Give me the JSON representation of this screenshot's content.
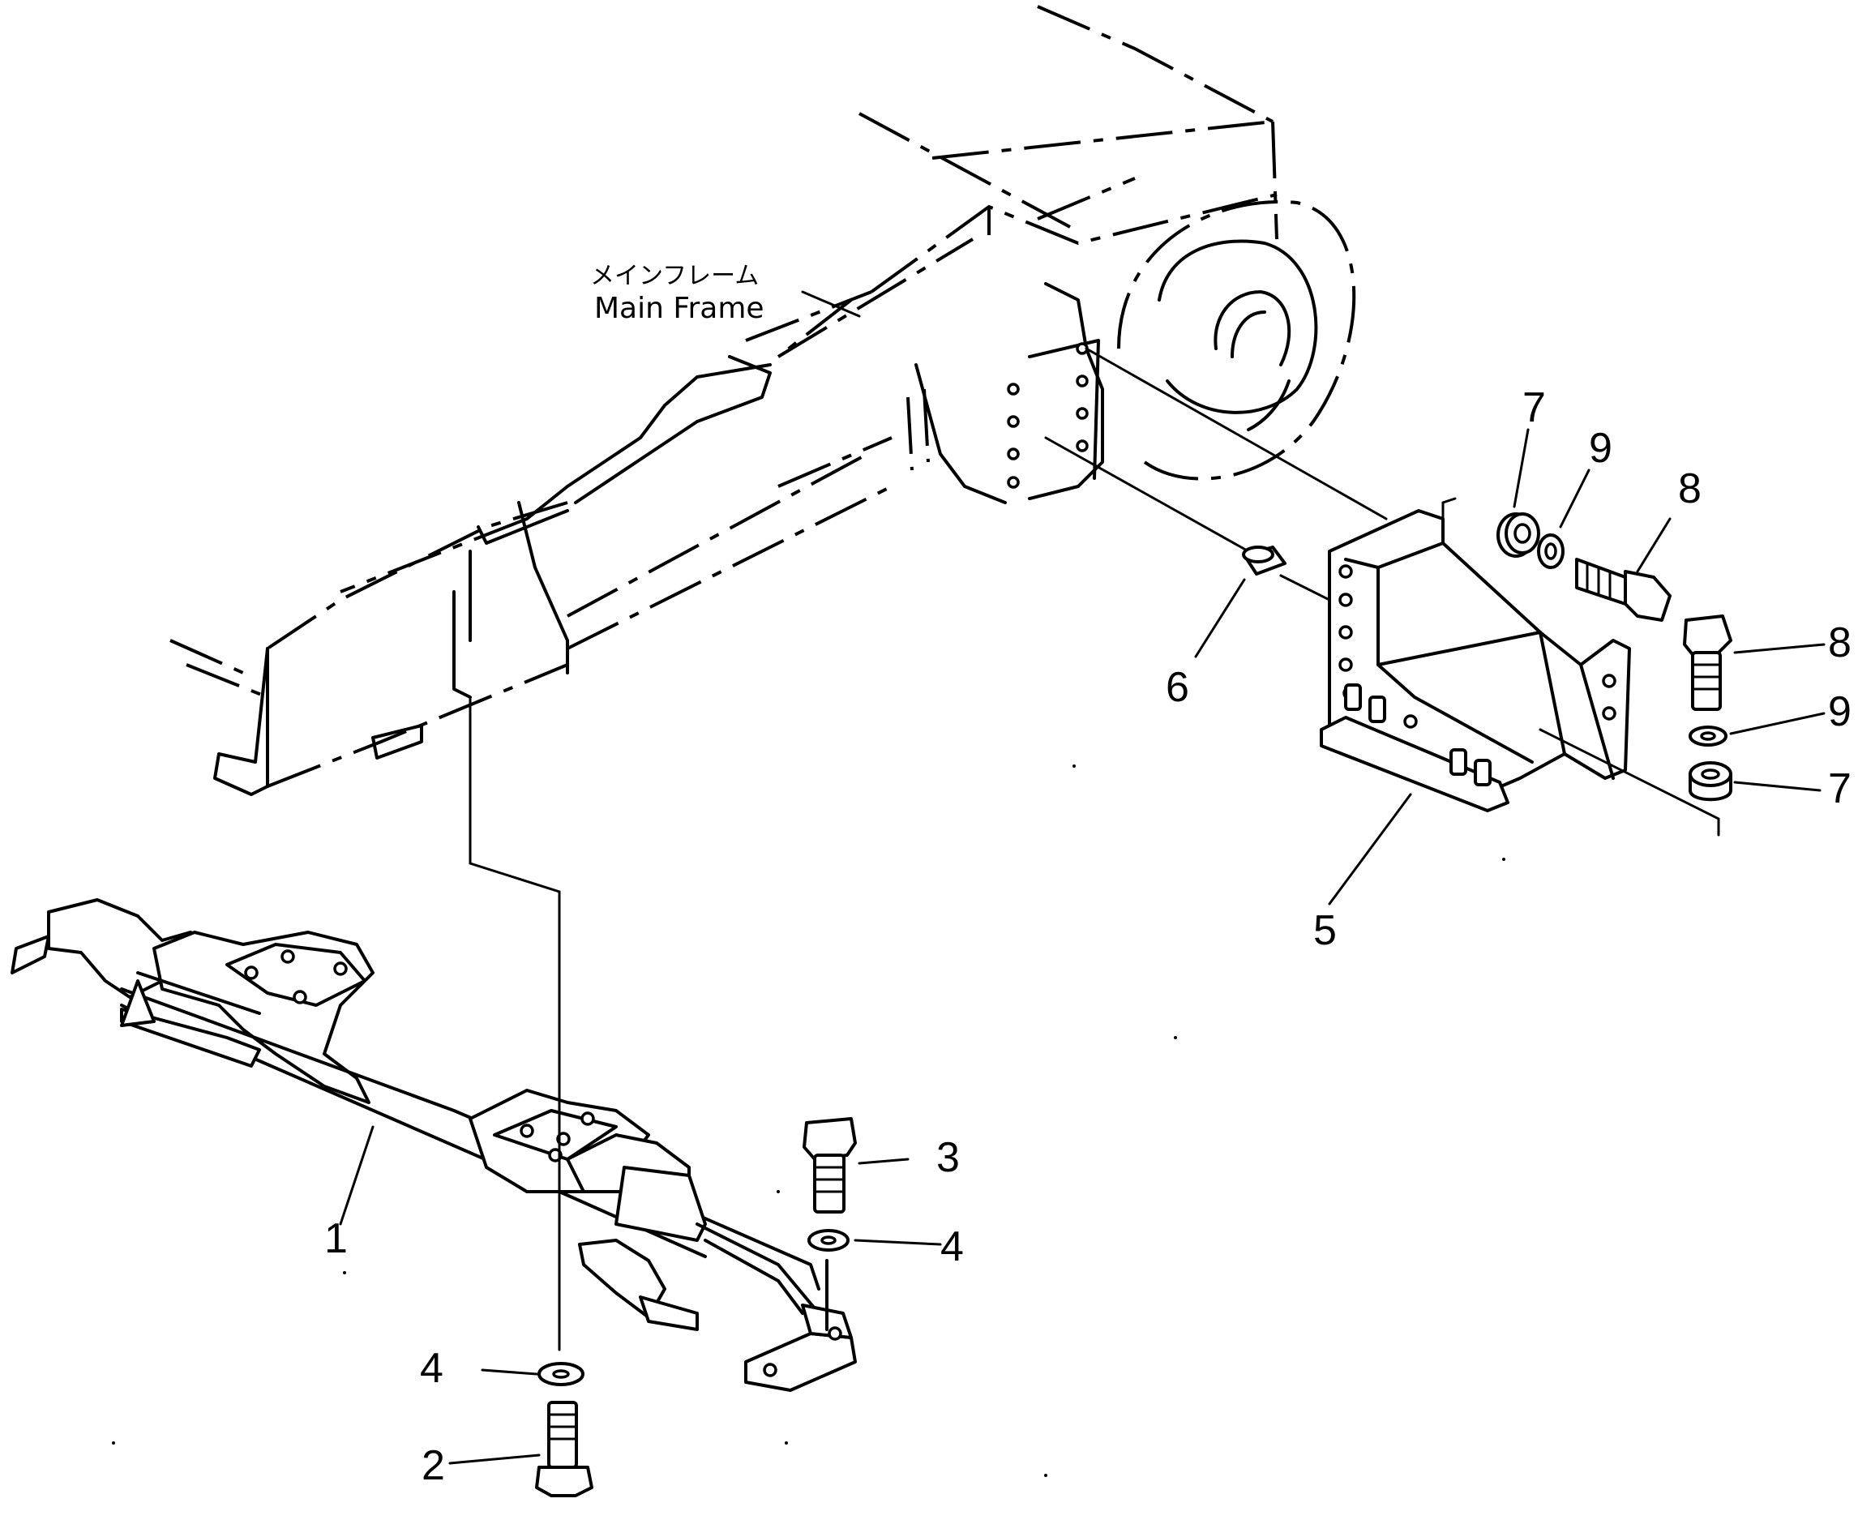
{
  "main_frame_label": {
    "japanese": "メインフレーム",
    "english": "Main Frame"
  },
  "callouts": [
    {
      "id": "c1",
      "text": "1"
    },
    {
      "id": "c2",
      "text": "2"
    },
    {
      "id": "c3",
      "text": "3"
    },
    {
      "id": "c4a",
      "text": "4"
    },
    {
      "id": "c4b",
      "text": "4"
    },
    {
      "id": "c5",
      "text": "5"
    },
    {
      "id": "c6",
      "text": "6"
    },
    {
      "id": "c7a",
      "text": "7"
    },
    {
      "id": "c7b",
      "text": "7"
    },
    {
      "id": "c8a",
      "text": "8"
    },
    {
      "id": "c8b",
      "text": "8"
    },
    {
      "id": "c9a",
      "text": "9"
    },
    {
      "id": "c9b",
      "text": "9"
    }
  ]
}
